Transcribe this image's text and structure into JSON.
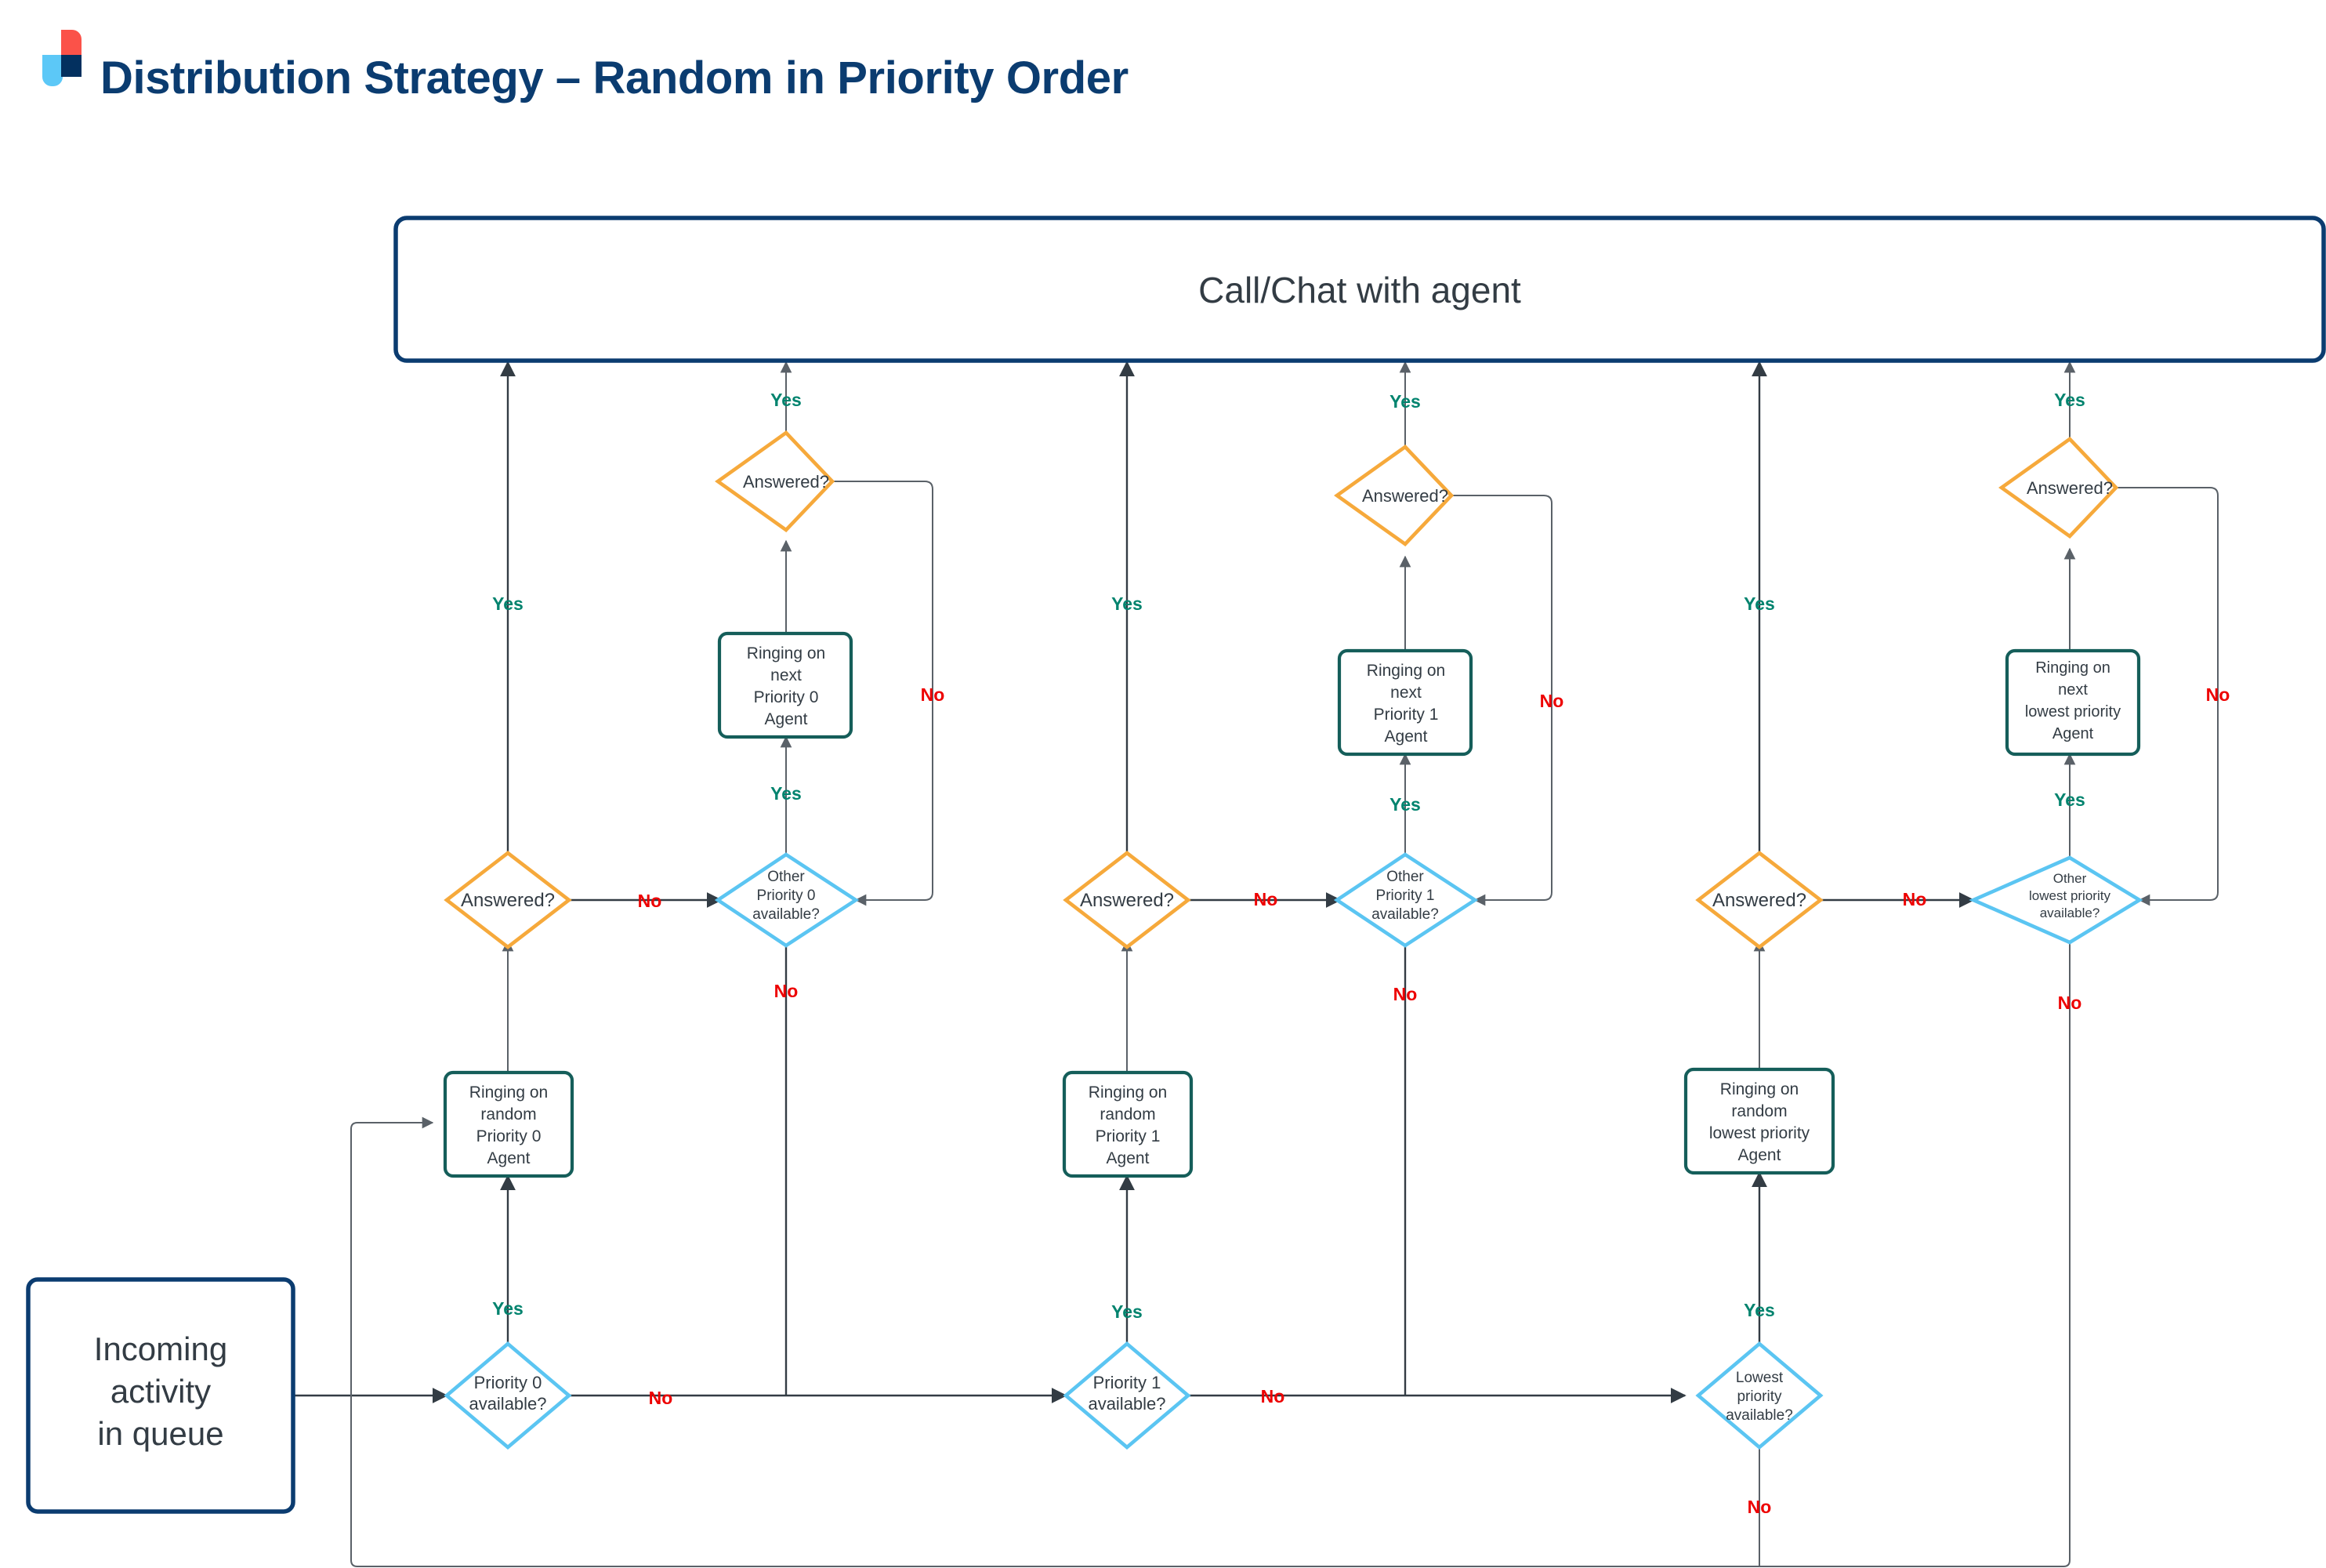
{
  "header": {
    "title": "Distribution Strategy – Random in Priority Order",
    "logo_name": "brand-logo",
    "colors": {
      "logo_red": "#fb5249",
      "logo_light_blue": "#5cc8f7",
      "logo_navy": "#03305f",
      "title": "#0b3c70"
    }
  },
  "palette": {
    "navy_box_border": "#0b3c70",
    "teal_box_border": "#155e5a",
    "orange_diamond_border": "#f6a93b",
    "blue_diamond_border": "#5bc5f2",
    "line": "#333c44",
    "yes_label": "#00836e",
    "no_label": "#ed0000",
    "node_text": "#333c44"
  },
  "chart_data": {
    "type": "flowchart",
    "title": "Distribution Strategy – Random in Priority Order",
    "nodes": [
      {
        "id": "incoming",
        "shape": "rounded-rect",
        "style": "navy",
        "label": "Incoming\nactivity\nin queue"
      },
      {
        "id": "call_chat",
        "shape": "rounded-rect",
        "style": "navy",
        "label": "Call/Chat with agent"
      },
      {
        "id": "p0_available",
        "shape": "diamond",
        "style": "blue",
        "label": "Priority 0\navailable?"
      },
      {
        "id": "p0_ring_random",
        "shape": "rounded-rect",
        "style": "teal",
        "label": "Ringing on\nrandom\nPriority 0\nAgent"
      },
      {
        "id": "p0_answered_1",
        "shape": "diamond",
        "style": "orange",
        "label": "Answered?"
      },
      {
        "id": "p0_other_avail",
        "shape": "diamond",
        "style": "blue",
        "label": "Other\nPriority 0\navailable?"
      },
      {
        "id": "p0_ring_next",
        "shape": "rounded-rect",
        "style": "teal",
        "label": "Ringing on\nnext\nPriority 0\nAgent"
      },
      {
        "id": "p0_answered_2",
        "shape": "diamond",
        "style": "orange",
        "label": "Answered?"
      },
      {
        "id": "p1_available",
        "shape": "diamond",
        "style": "blue",
        "label": "Priority 1\navailable?"
      },
      {
        "id": "p1_ring_random",
        "shape": "rounded-rect",
        "style": "teal",
        "label": "Ringing on\nrandom\nPriority 1\nAgent"
      },
      {
        "id": "p1_answered_1",
        "shape": "diamond",
        "style": "orange",
        "label": "Answered?"
      },
      {
        "id": "p1_other_avail",
        "shape": "diamond",
        "style": "blue",
        "label": "Other\nPriority 1\navailable?"
      },
      {
        "id": "p1_ring_next",
        "shape": "rounded-rect",
        "style": "teal",
        "label": "Ringing on\nnext\nPriority 1\nAgent"
      },
      {
        "id": "p1_answered_2",
        "shape": "diamond",
        "style": "orange",
        "label": "Answered?"
      },
      {
        "id": "lp_available",
        "shape": "diamond",
        "style": "blue",
        "label": "Lowest\npriority\navailable?"
      },
      {
        "id": "lp_ring_random",
        "shape": "rounded-rect",
        "style": "teal",
        "label": "Ringing on\nrandom\nlowest priority\nAgent"
      },
      {
        "id": "lp_answered_1",
        "shape": "diamond",
        "style": "orange",
        "label": "Answered?"
      },
      {
        "id": "lp_other_avail",
        "shape": "diamond",
        "style": "blue",
        "label": "Other\nlowest priority\navailable?"
      },
      {
        "id": "lp_ring_next",
        "shape": "rounded-rect",
        "style": "teal",
        "label": "Ringing on\nnext\nlowest priority\nAgent"
      },
      {
        "id": "lp_answered_2",
        "shape": "diamond",
        "style": "orange",
        "label": "Answered?"
      }
    ],
    "edges": [
      {
        "from": "incoming",
        "to": "p0_available",
        "label": ""
      },
      {
        "from": "p0_available",
        "to": "p0_ring_random",
        "label": "Yes"
      },
      {
        "from": "p0_available",
        "to": "p1_available",
        "label": "No"
      },
      {
        "from": "p0_ring_random",
        "to": "p0_answered_1",
        "label": ""
      },
      {
        "from": "p0_answered_1",
        "to": "call_chat",
        "label": "Yes"
      },
      {
        "from": "p0_answered_1",
        "to": "p0_other_avail",
        "label": "No"
      },
      {
        "from": "p0_other_avail",
        "to": "p0_ring_next",
        "label": "Yes"
      },
      {
        "from": "p0_other_avail",
        "to": "p1_available",
        "label": "No"
      },
      {
        "from": "p0_ring_next",
        "to": "p0_answered_2",
        "label": ""
      },
      {
        "from": "p0_answered_2",
        "to": "call_chat",
        "label": "Yes"
      },
      {
        "from": "p0_answered_2",
        "to": "p0_other_avail",
        "label": "No"
      },
      {
        "from": "p1_available",
        "to": "p1_ring_random",
        "label": "Yes"
      },
      {
        "from": "p1_available",
        "to": "lp_available",
        "label": "No"
      },
      {
        "from": "p1_ring_random",
        "to": "p1_answered_1",
        "label": ""
      },
      {
        "from": "p1_answered_1",
        "to": "call_chat",
        "label": "Yes"
      },
      {
        "from": "p1_answered_1",
        "to": "p1_other_avail",
        "label": "No"
      },
      {
        "from": "p1_other_avail",
        "to": "p1_ring_next",
        "label": "Yes"
      },
      {
        "from": "p1_other_avail",
        "to": "lp_available",
        "label": "No"
      },
      {
        "from": "p1_ring_next",
        "to": "p1_answered_2",
        "label": ""
      },
      {
        "from": "p1_answered_2",
        "to": "call_chat",
        "label": "Yes"
      },
      {
        "from": "p1_answered_2",
        "to": "p1_other_avail",
        "label": "No"
      },
      {
        "from": "lp_available",
        "to": "lp_ring_random",
        "label": "Yes"
      },
      {
        "from": "lp_available",
        "to": "incoming",
        "label": "No"
      },
      {
        "from": "lp_ring_random",
        "to": "lp_answered_1",
        "label": ""
      },
      {
        "from": "lp_answered_1",
        "to": "call_chat",
        "label": "Yes"
      },
      {
        "from": "lp_answered_1",
        "to": "lp_other_avail",
        "label": "No"
      },
      {
        "from": "lp_other_avail",
        "to": "lp_ring_next",
        "label": "Yes"
      },
      {
        "from": "lp_other_avail",
        "to": "incoming",
        "label": "No"
      },
      {
        "from": "lp_ring_next",
        "to": "lp_answered_2",
        "label": ""
      },
      {
        "from": "lp_answered_2",
        "to": "call_chat",
        "label": "Yes"
      },
      {
        "from": "lp_answered_2",
        "to": "lp_other_avail",
        "label": "No"
      }
    ]
  },
  "labels": {
    "yes": "Yes",
    "no": "No"
  },
  "nodes": {
    "incoming": {
      "l1": "Incoming",
      "l2": "activity",
      "l3": "in queue"
    },
    "call_chat": {
      "text": "Call/Chat with agent"
    },
    "p0_available": {
      "l1": "Priority 0",
      "l2": "available?"
    },
    "p0_ring_random": {
      "l1": "Ringing on",
      "l2": "random",
      "l3": "Priority 0",
      "l4": "Agent"
    },
    "p0_answered_1": {
      "text": "Answered?"
    },
    "p0_other_avail": {
      "l1": "Other",
      "l2": "Priority 0",
      "l3": "available?"
    },
    "p0_ring_next": {
      "l1": "Ringing on",
      "l2": "next",
      "l3": "Priority 0",
      "l4": "Agent"
    },
    "p0_answered_2": {
      "text": "Answered?"
    },
    "p1_available": {
      "l1": "Priority 1",
      "l2": "available?"
    },
    "p1_ring_random": {
      "l1": "Ringing on",
      "l2": "random",
      "l3": "Priority 1",
      "l4": "Agent"
    },
    "p1_answered_1": {
      "text": "Answered?"
    },
    "p1_other_avail": {
      "l1": "Other",
      "l2": "Priority 1",
      "l3": "available?"
    },
    "p1_ring_next": {
      "l1": "Ringing on",
      "l2": "next",
      "l3": "Priority 1",
      "l4": "Agent"
    },
    "p1_answered_2": {
      "text": "Answered?"
    },
    "lp_available": {
      "l1": "Lowest",
      "l2": "priority",
      "l3": "available?"
    },
    "lp_ring_random": {
      "l1": "Ringing on",
      "l2": "random",
      "l3": "lowest priority",
      "l4": "Agent"
    },
    "lp_answered_1": {
      "text": "Answered?"
    },
    "lp_other_avail": {
      "l1": "Other",
      "l2": "lowest priority",
      "l3": "available?"
    },
    "lp_ring_next": {
      "l1": "Ringing on",
      "l2": "next",
      "l3": "lowest priority",
      "l4": "Agent"
    },
    "lp_answered_2": {
      "text": "Answered?"
    }
  },
  "edge_labels": {
    "e_p0_avail_yes": "Yes",
    "e_p0_avail_no": "No",
    "e_p0_ans1_yes": "Yes",
    "e_p0_ans1_no": "No",
    "e_p0_other_yes": "Yes",
    "e_p0_other_no": "No",
    "e_p0_ans2_yes": "Yes",
    "e_p0_ans2_no": "No",
    "e_p1_avail_yes": "Yes",
    "e_p1_avail_no": "No",
    "e_p1_ans1_yes": "Yes",
    "e_p1_ans1_no": "No",
    "e_p1_other_yes": "Yes",
    "e_p1_other_no": "No",
    "e_p1_ans2_yes": "Yes",
    "e_p1_ans2_no": "No",
    "e_lp_avail_yes": "Yes",
    "e_lp_avail_no": "No",
    "e_lp_ans1_yes": "Yes",
    "e_lp_ans1_no": "No",
    "e_lp_other_yes": "Yes",
    "e_lp_other_no": "No",
    "e_lp_ans2_yes": "Yes",
    "e_lp_ans2_no": "No"
  }
}
